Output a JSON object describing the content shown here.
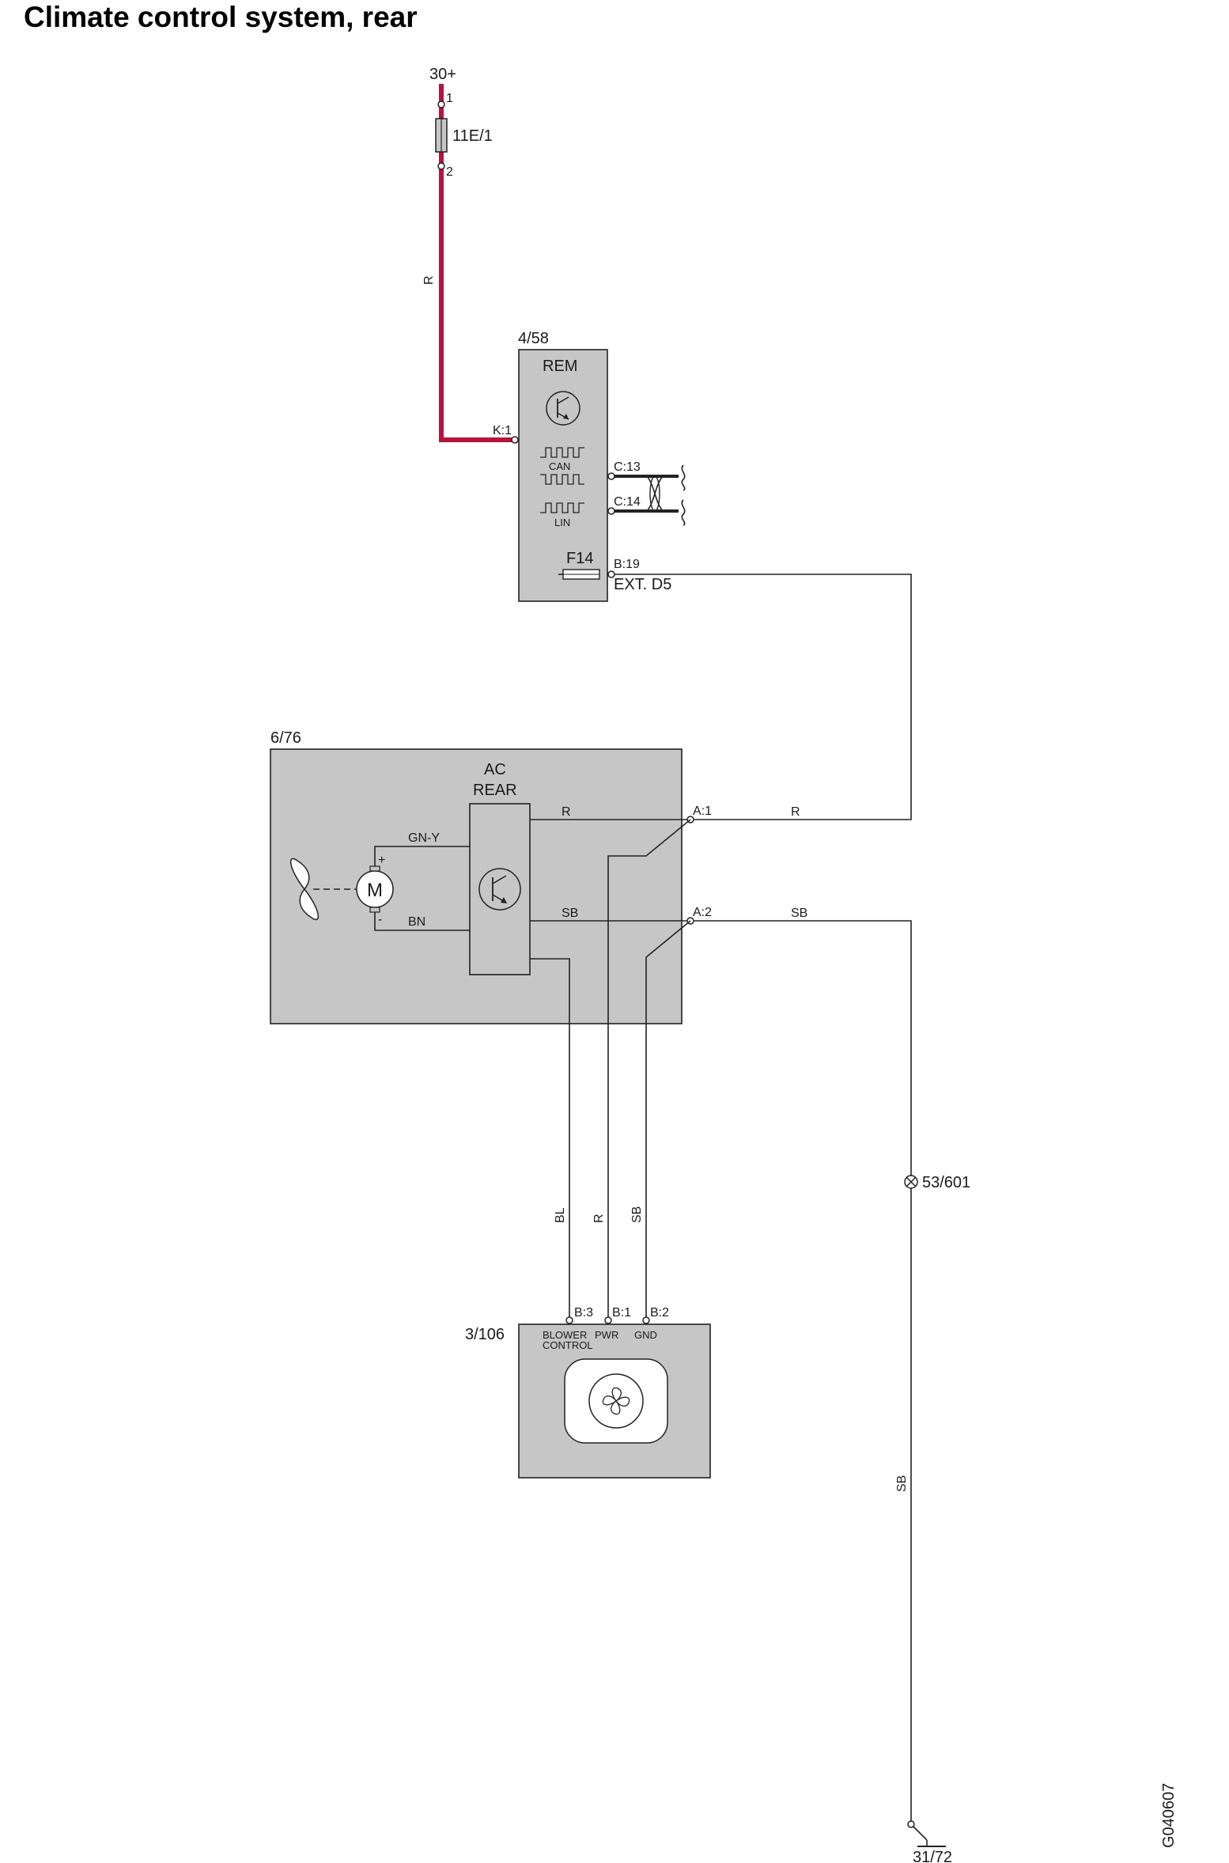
{
  "title": "Climate control system, rear",
  "doc_id": "G040607",
  "supply": {
    "label": "30+"
  },
  "fuse": {
    "id": "11E/1",
    "pin1": "1",
    "pin2": "2",
    "wire_color": "R"
  },
  "rem": {
    "id": "4/58",
    "name": "REM",
    "pin_k1": "K:1",
    "pin_c13": "C:13",
    "pin_c14": "C:14",
    "pin_b19": "B:19",
    "bus_can": "CAN",
    "bus_lin": "LIN",
    "fuse": "F14",
    "ext": "EXT. D5"
  },
  "ac_rear": {
    "id": "6/76",
    "name_line1": "AC",
    "name_line2": "REAR",
    "pin_a1": "A:1",
    "pin_a2": "A:2",
    "wire_r_inside": "R",
    "wire_sb_inside": "SB",
    "wire_r_outside": "R",
    "wire_sb_outside": "SB",
    "motor_pos_wire": "GN-Y",
    "motor_neg_wire": "BN",
    "plus": "+",
    "minus": "-"
  },
  "blower": {
    "id": "3/106",
    "pin_b3": "B:3",
    "pin_b1": "B:1",
    "pin_b2": "B:2",
    "label_ctrl_line1": "BLOWER",
    "label_ctrl_line2": "CONTROL",
    "label_pwr": "PWR",
    "label_gnd": "GND",
    "wire_bl": "BL",
    "wire_r": "R",
    "wire_sb": "SB"
  },
  "splice": {
    "id": "53/601"
  },
  "ground_wire": "SB",
  "ground": {
    "id": "31/72"
  },
  "colors": {
    "power_wire": "#b3163b",
    "component_fill": "#c6c6c6",
    "line": "#222222"
  },
  "icons": [
    "fuse-icon",
    "transistor-icon",
    "can-signal-icon",
    "lin-signal-icon",
    "fan-icon",
    "motor-icon",
    "splice-icon",
    "ground-icon"
  ]
}
